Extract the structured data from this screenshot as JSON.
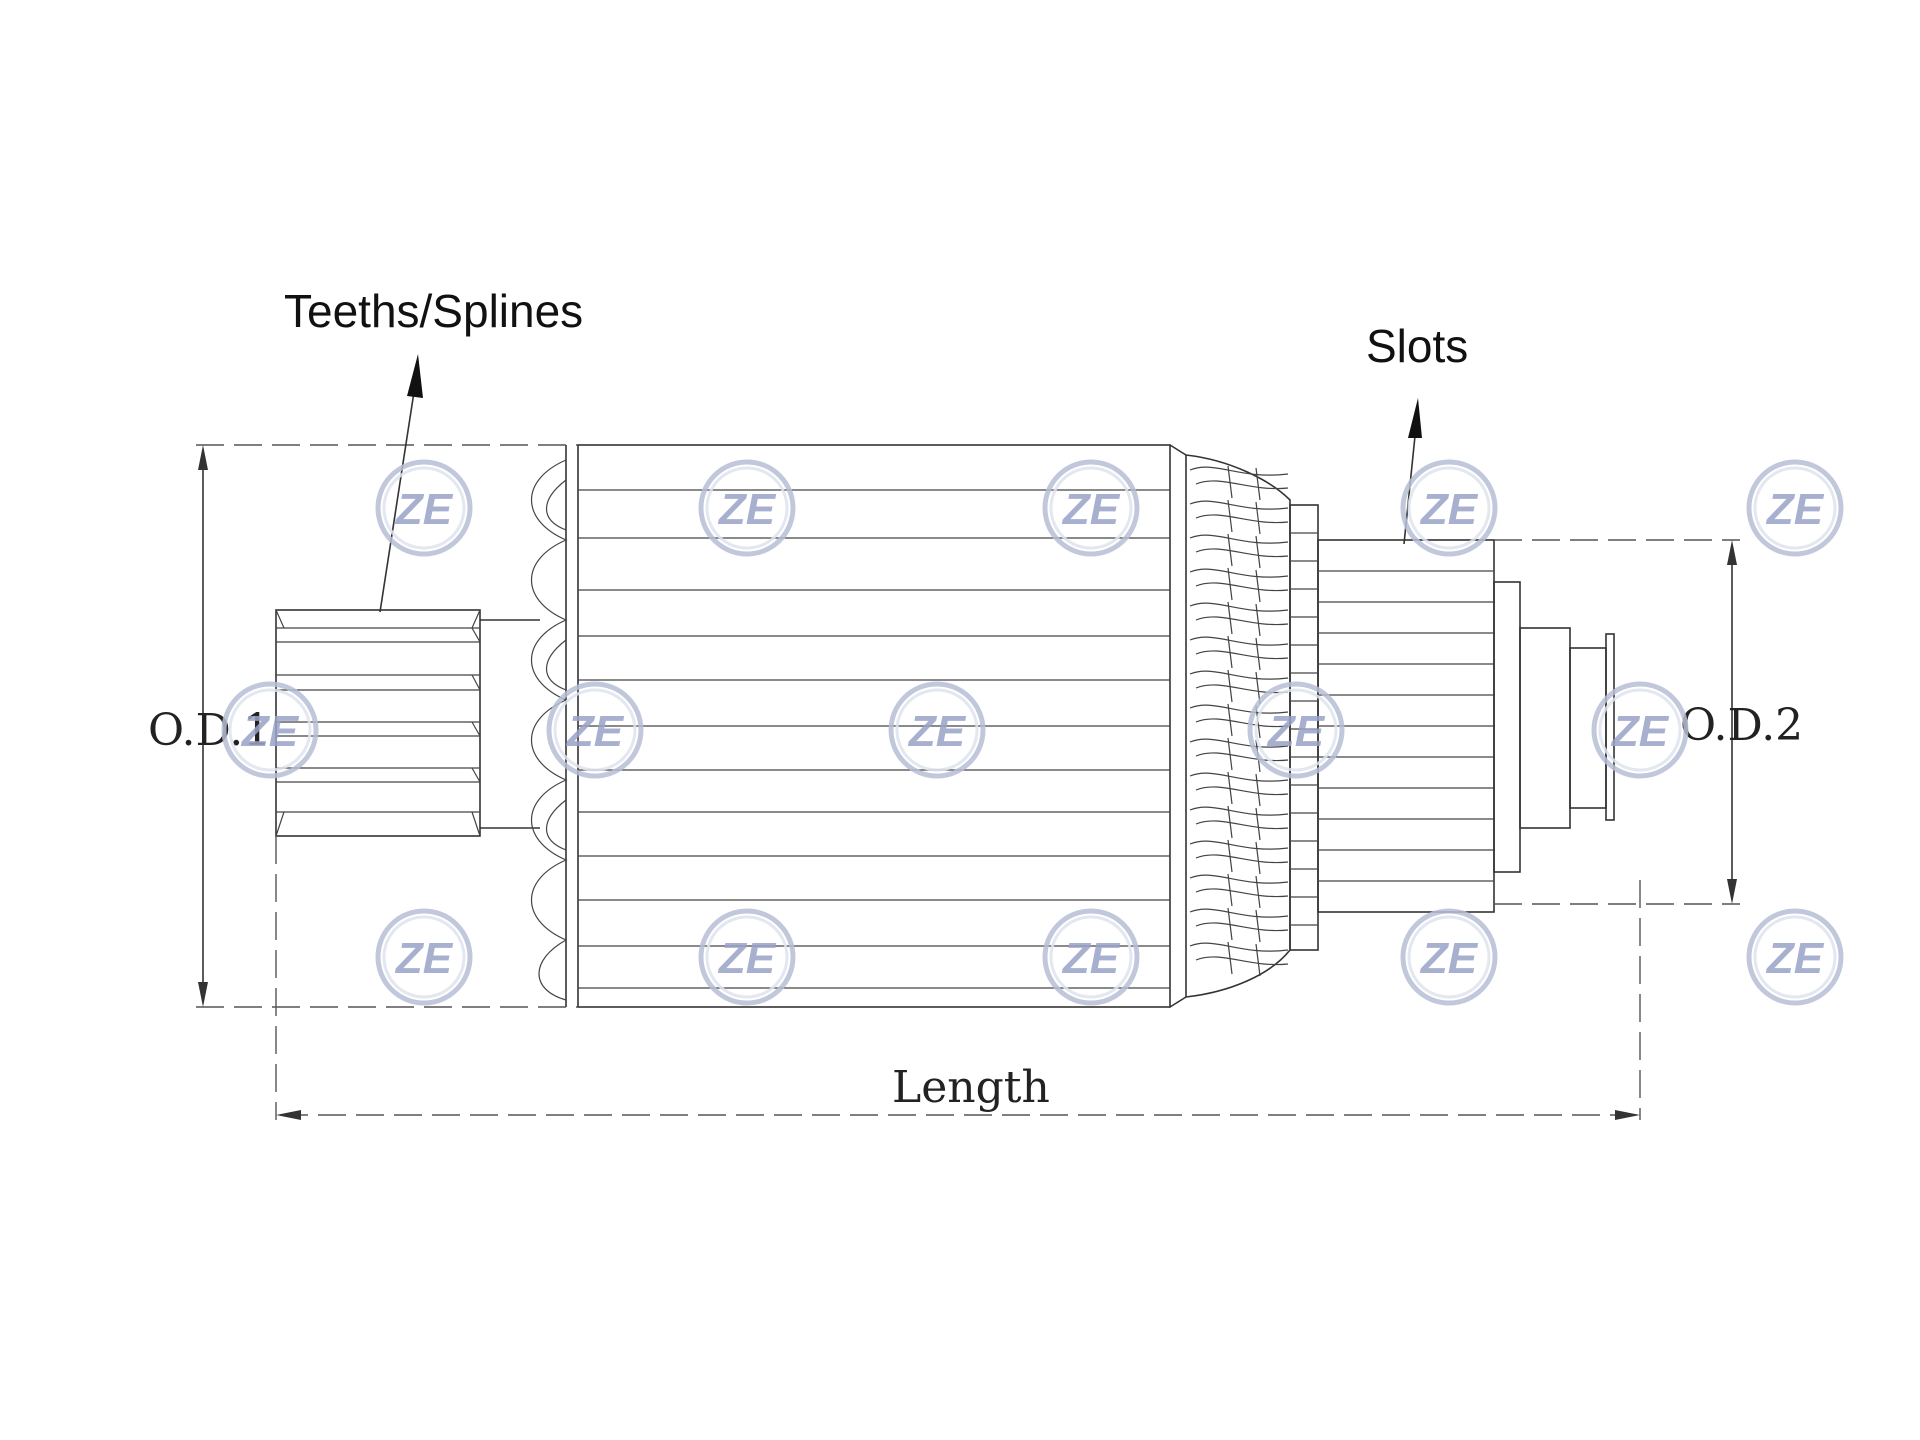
{
  "labels": {
    "splines": "Teeths/Splines",
    "slots": "Slots",
    "od1": "O.D.1",
    "od2": "O.D.2",
    "length": "Length"
  },
  "watermark": {
    "mark": "ZE",
    "ring_color": "#b8bfd6",
    "fill_color": "#9aa3c8"
  }
}
